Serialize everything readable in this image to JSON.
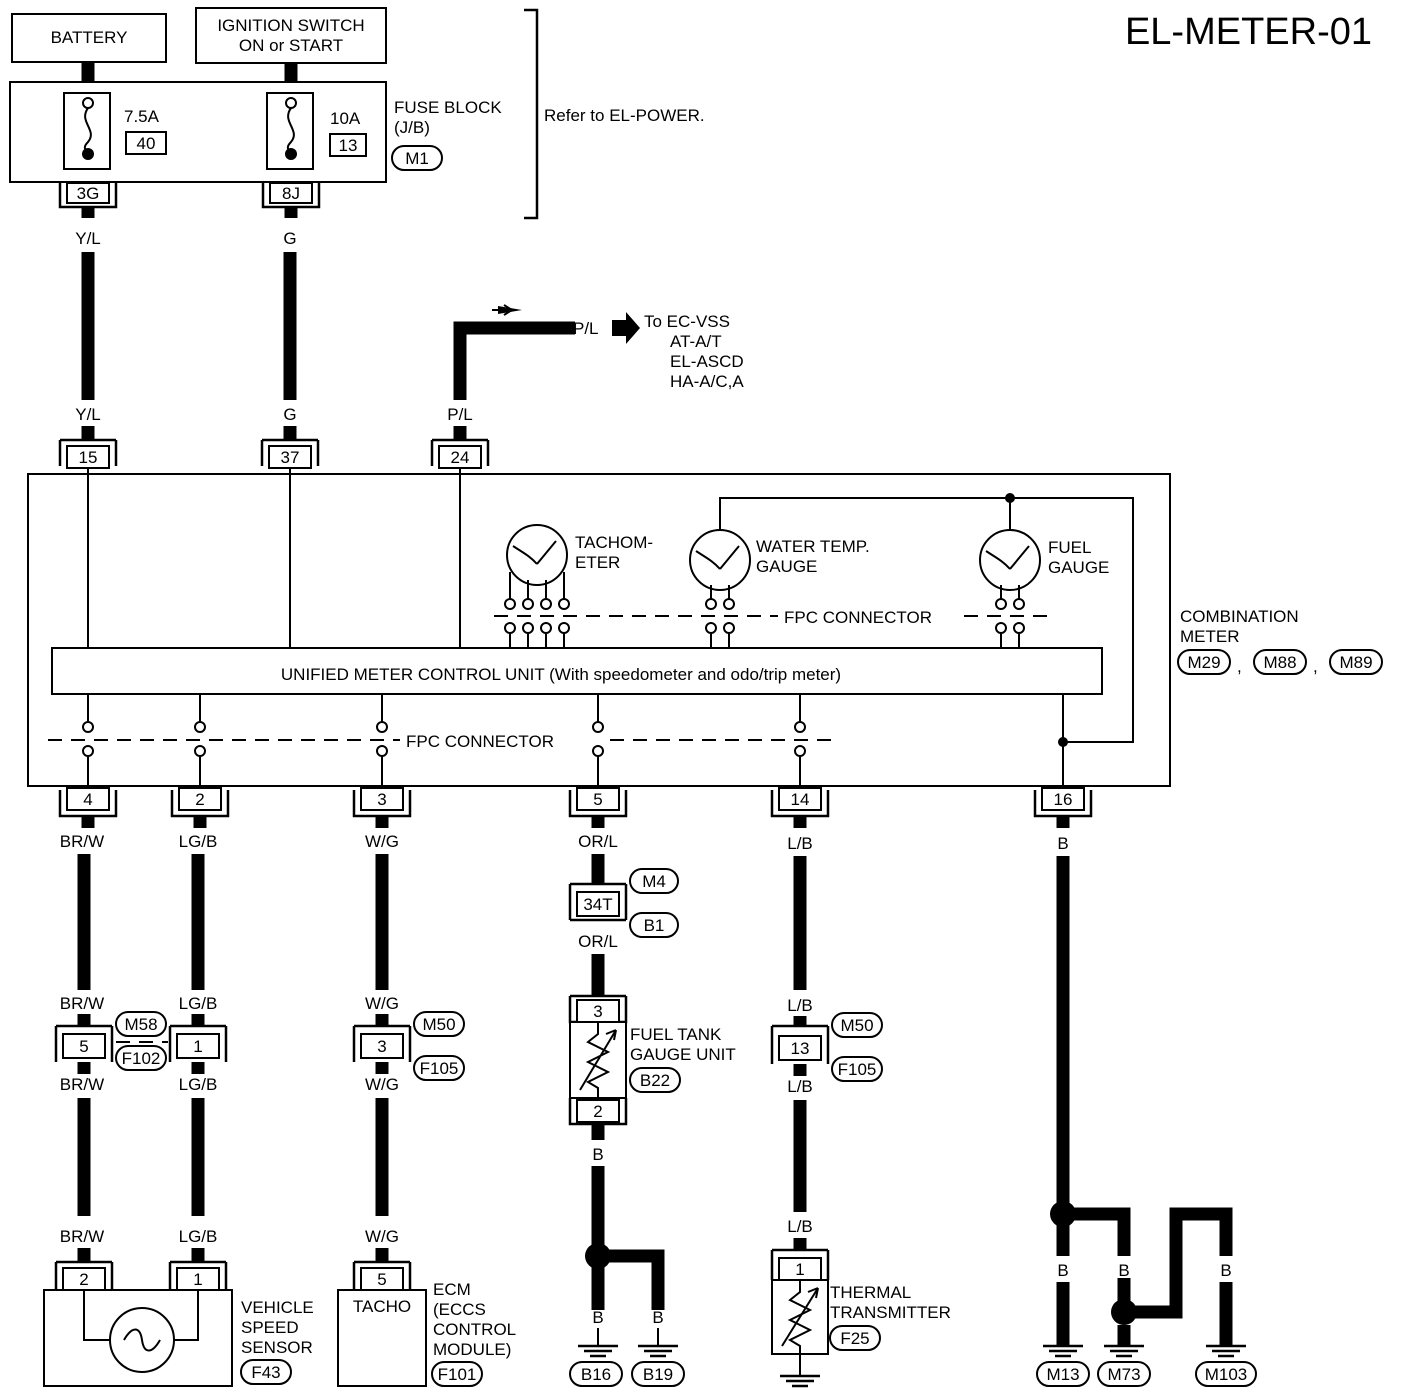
{
  "title": "EL-METER-01",
  "power": {
    "battery": "BATTERY",
    "ignition_line1": "IGNITION SWITCH",
    "ignition_line2": "ON or START",
    "fuse1_amp": "7.5A",
    "fuse1_no": "40",
    "fuse2_amp": "10A",
    "fuse2_no": "13",
    "fuse_block_line1": "FUSE BLOCK",
    "fuse_block_line2": "(J/B)",
    "fuse_block_conn": "M1",
    "refer": "Refer to EL-POWER.",
    "term1": "3G",
    "term2": "8J"
  },
  "wires": {
    "yl": "Y/L",
    "g": "G",
    "pl": "P/L",
    "brw": "BR/W",
    "lgb": "LG/B",
    "wg": "W/G",
    "orl": "OR/L",
    "lb": "L/B",
    "b": "B"
  },
  "vss_dest": [
    "To EC-VSS",
    "AT-A/T",
    "EL-ASCD",
    "HA-A/C,A"
  ],
  "meter": {
    "top_pins": [
      "15",
      "37",
      "24"
    ],
    "bottom_pins": [
      "4",
      "2",
      "3",
      "5",
      "14",
      "16"
    ],
    "tach_line1": "TACHOM-",
    "tach_line2": "ETER",
    "water_line1": "WATER TEMP.",
    "water_line2": "GAUGE",
    "fuel_line1": "FUEL",
    "fuel_line2": "GAUGE",
    "fpc": "FPC CONNECTOR",
    "unit": "UNIFIED METER CONTROL UNIT (With speedometer and odo/trip meter)",
    "comb_line1": "COMBINATION",
    "comb_line2": "METER",
    "conns": [
      "M29",
      "M88",
      "M89"
    ],
    "comma": ","
  },
  "connectors": {
    "m58": "M58",
    "f102": "F102",
    "pin5": "5",
    "pin1": "1",
    "m50": "M50",
    "f105": "F105",
    "pin3": "3",
    "m4": "M4",
    "b1": "B1",
    "pin34t": "34T",
    "pin13": "13",
    "pin2": "2"
  },
  "components": {
    "vss_pins": [
      "2",
      "1"
    ],
    "vss_line1": "VEHICLE",
    "vss_line2": "SPEED",
    "vss_line3": "SENSOR",
    "vss_conn": "F43",
    "tacho_pin": "5",
    "tacho": "TACHO",
    "ecm_line1": "ECM",
    "ecm_line2": "(ECCS",
    "ecm_line3": "CONTROL",
    "ecm_line4": "MODULE)",
    "ecm_conn": "F101",
    "fuel_tank_line1": "FUEL TANK",
    "fuel_tank_line2": "GAUGE UNIT",
    "fuel_tank_conn": "B22",
    "thermal_pin": "1",
    "thermal_line1": "THERMAL",
    "thermal_line2": "TRANSMITTER",
    "thermal_conn": "F25"
  },
  "grounds": [
    "B16",
    "B19",
    "M13",
    "M73",
    "M103"
  ]
}
